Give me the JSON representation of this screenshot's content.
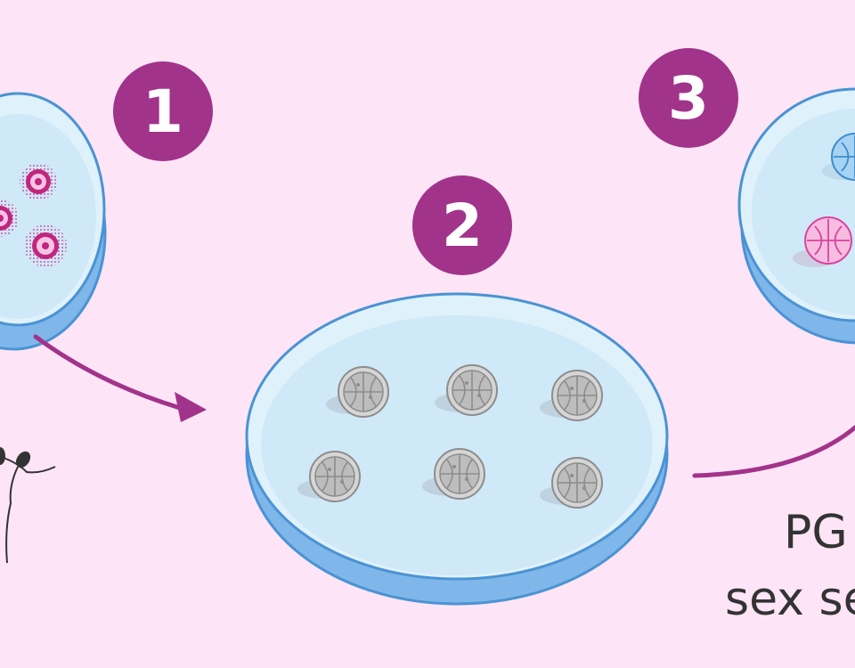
{
  "steps": [
    {
      "label": "1"
    },
    {
      "label": "2"
    },
    {
      "label": "3"
    }
  ],
  "caption": {
    "line1": "PG",
    "line2": "sex se"
  },
  "colors": {
    "background": "#fde5f7",
    "step_badge": "#a2338a",
    "arrow": "#a2338a",
    "dish_fill": "#cfe9f8",
    "dish_rim": "#4a93d4",
    "dish_side": "#7fb7ea",
    "embryo_gray": "#9a9a9a",
    "embryo_blue": "#6fb2e6",
    "embryo_pink": "#ef8ccd",
    "oocyte": "#c0267e",
    "caption_text": "#333333"
  },
  "icons": {
    "step_badge": "numbered-circle",
    "dish": "petri-dish",
    "embryo": "cleavage-embryo",
    "oocyte": "oocyte-cell",
    "sperm": "sperm-cell",
    "arrow": "curved-arrow"
  }
}
